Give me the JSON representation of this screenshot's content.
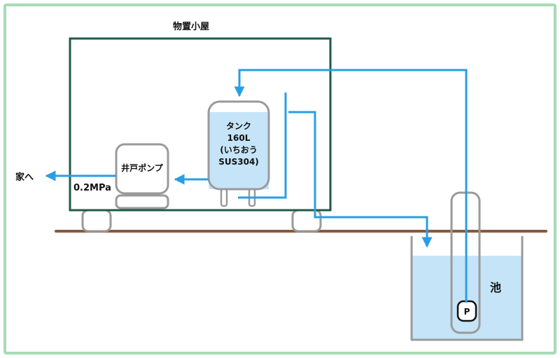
{
  "labels": {
    "shed": "物置小屋",
    "tank_line1": "タンク",
    "tank_line2": "160L",
    "tank_line3": "(いちおう",
    "tank_line4": "SUS304)",
    "well_pump": "井戸ポンプ",
    "pressure": "0.2MPa",
    "to_house": "家へ",
    "pond": "池",
    "submersible_pump": "P"
  },
  "colors": {
    "frame": "#a6dbb6",
    "shed_wall": "#1f5a48",
    "equipment": "#9a9a9a",
    "pipe": "#2a9ee4",
    "water": "#c5e4f8",
    "ground": "#8a5a3a",
    "text": "#111111"
  }
}
